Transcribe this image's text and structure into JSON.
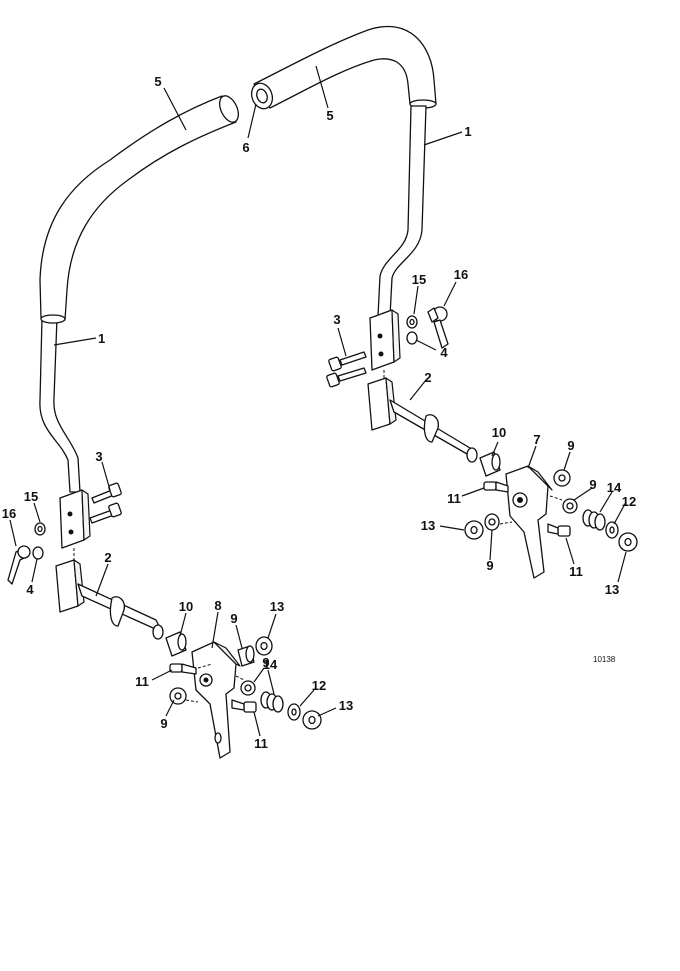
{
  "diagram_ref": "10138",
  "callouts": {
    "l_rod_1": "1",
    "l_grip_5": "5",
    "l_screw_3": "3",
    "l_washer_15": "15",
    "l_lever_16": "16",
    "l_nut_4": "4",
    "l_pivot_2": "2",
    "l_spacer_10": "10",
    "l_bracket_8": "8",
    "l_bush_9a": "9",
    "l_nut_13a": "13",
    "l_bolt_11a": "11",
    "l_bush_9b": "9",
    "l_spring_14": "14",
    "l_washer_12": "12",
    "l_bush_9c": "9",
    "l_bolt_11b": "11",
    "l_nut_13b": "13",
    "r_grip_5": "5",
    "r_cap_6": "6",
    "r_rod_1": "1",
    "r_washer_15": "15",
    "r_lever_16": "16",
    "r_screw_3": "3",
    "r_nut_4": "4",
    "r_pivot_2": "2",
    "r_spacer_10": "10",
    "r_bracket_7": "7",
    "r_bush_9a": "9",
    "r_bolt_11a": "11",
    "r_bush_9b": "9",
    "r_spring_14": "14",
    "r_washer_12": "12",
    "r_nut_13a": "13",
    "r_bush_9c": "9",
    "r_bolt_11b": "11",
    "r_nut_13b": "13"
  },
  "colors": {
    "ink": "#111111",
    "paper": "#ffffff"
  }
}
